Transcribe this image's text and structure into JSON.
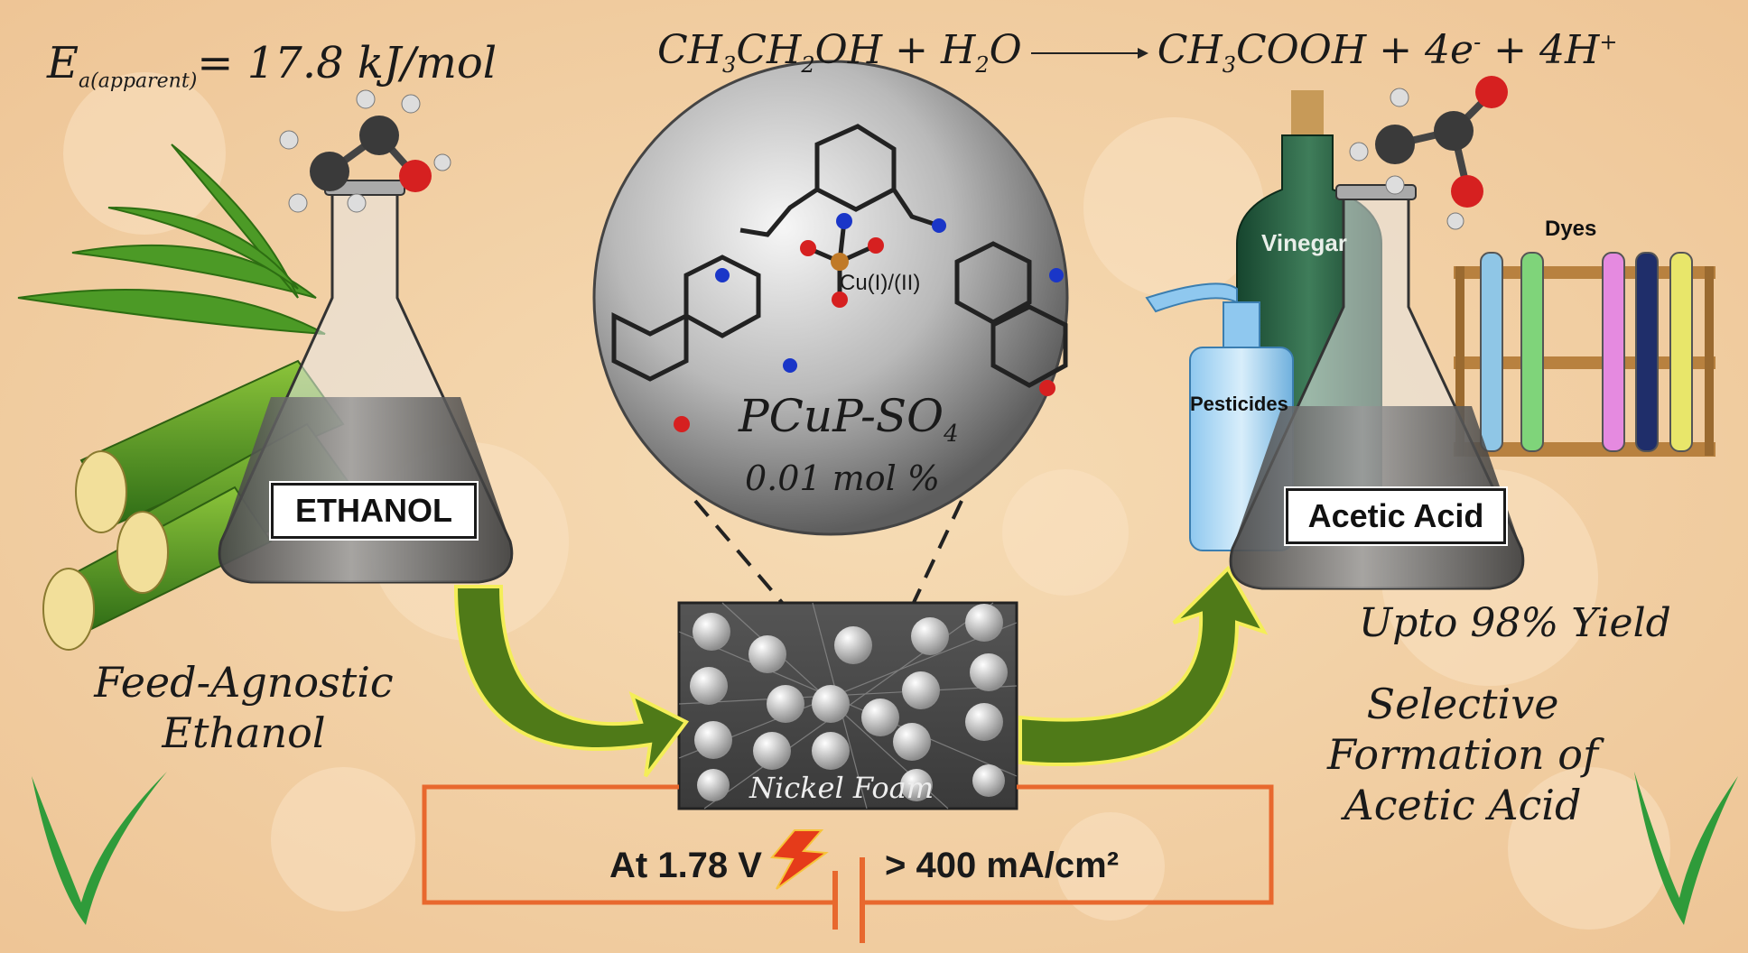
{
  "activation_energy": {
    "symbol": "E",
    "subscript": "a(apparent)",
    "value": "= 17.8 kJ/mol"
  },
  "reaction": {
    "r1a": "CH",
    "r1b": "3",
    "r1c": "CH",
    "r1d": "2",
    "r1e": "OH",
    "plus1": " + ",
    "r2a": "H",
    "r2b": "2",
    "r2c": "O",
    "p1a": "CH",
    "p1b": "3",
    "p1c": "COOH",
    "p2": " + 4e",
    "p2sup": "-",
    "p3": " + 4H",
    "p3sup": "+"
  },
  "flasks": {
    "left_label": "ETHANOL",
    "right_label": "Acetic Acid"
  },
  "catalyst": {
    "name": "PCuP-SO",
    "name_sub": "4",
    "loading": "0.01 mol %",
    "metal_center": "Cu(I)/(II)"
  },
  "electrode": {
    "label": "Nickel Foam"
  },
  "circuit": {
    "voltage": "At 1.78 V",
    "current": "> 400 mA/cm²"
  },
  "left_caption": {
    "line1": "Feed-Agnostic",
    "line2": "Ethanol"
  },
  "right_caption": {
    "yield": "Upto 98% Yield",
    "line1": "Selective",
    "line2": "Formation  of",
    "line3": "Acetic Acid"
  },
  "applications": {
    "vinegar": "Vinegar",
    "pesticides": "Pesticides",
    "dyes": "Dyes"
  },
  "colors": {
    "background": "#f3d2a6",
    "arrow_green": "#4f7a18",
    "circuit_orange": "#e8682e",
    "oxygen_red": "#d62020",
    "nitrogen_blue": "#1a36c8",
    "copper": "#c07a28"
  }
}
